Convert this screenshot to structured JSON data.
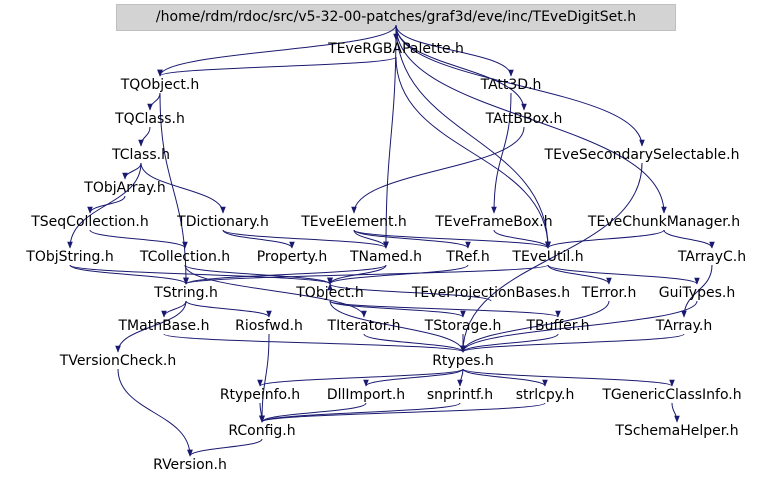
{
  "root": "/home/rdm/rdoc/src/v5-32-00-patches/graf3d/eve/inc/TEveDigitSet.h",
  "nodes": {
    "TEveRGBAPalette": "TEveRGBAPalette.h",
    "TQObject": "TQObject.h",
    "TAtt3D": "TAtt3D.h",
    "TQClass": "TQClass.h",
    "TAttBBox": "TAttBBox.h",
    "TClass": "TClass.h",
    "TEveSecondarySelectable": "TEveSecondarySelectable.h",
    "TObjArray": "TObjArray.h",
    "TSeqCollection": "TSeqCollection.h",
    "TDictionary": "TDictionary.h",
    "TEveElement": "TEveElement.h",
    "TEveFrameBox": "TEveFrameBox.h",
    "TEveChunkManager": "TEveChunkManager.h",
    "TObjString": "TObjString.h",
    "TCollection": "TCollection.h",
    "Property": "Property.h",
    "TNamed": "TNamed.h",
    "TRef": "TRef.h",
    "TEveUtil": "TEveUtil.h",
    "TArrayC": "TArrayC.h",
    "TString": "TString.h",
    "TObject": "TObject.h",
    "TEveProjectionBases": "TEveProjectionBases.h",
    "TError": "TError.h",
    "GuiTypes": "GuiTypes.h",
    "TMathBase": "TMathBase.h",
    "Riosfwd": "Riosfwd.h",
    "TIterator": "TIterator.h",
    "TStorage": "TStorage.h",
    "TBuffer": "TBuffer.h",
    "TArray": "TArray.h",
    "TVersionCheck": "TVersionCheck.h",
    "Rtypes": "Rtypes.h",
    "Rtypeinfo": "Rtypeinfo.h",
    "DllImport": "DllImport.h",
    "snprintf": "snprintf.h",
    "strlcpy": "strlcpy.h",
    "TGenericClassInfo": "TGenericClassInfo.h",
    "RConfig": "RConfig.h",
    "TSchemaHelper": "TSchemaHelper.h",
    "RVersion": "RVersion.h"
  }
}
